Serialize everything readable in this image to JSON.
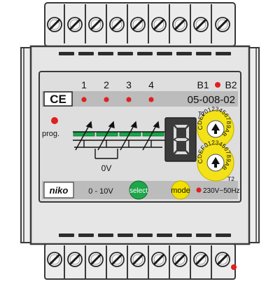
{
  "device": {
    "brand": "niko",
    "ce_mark": "CE",
    "model_number": "05-008-02"
  },
  "channels": {
    "labels": [
      "1",
      "2",
      "3",
      "4"
    ],
    "b1_label": "B1",
    "b2_label": "B2",
    "zero_volt_label": "0V"
  },
  "prog": {
    "label": "prog."
  },
  "display": {
    "digit": "8"
  },
  "rotary_switches": {
    "t1_label": "T1",
    "t2_label": "T2",
    "t1_arc_text": "CDEF0123456789AB",
    "t2_arc_text": "CDEF0123456789AB"
  },
  "bottom_bar": {
    "voltage_range": "0 - 10V",
    "select_label": "select",
    "mode_label": "mode",
    "supply_label": "230V~50Hz"
  },
  "colors": {
    "housing": "#e8e8e8",
    "panel": "#dedede",
    "label_gray": "#bcbcbc",
    "led_red": "#e02020",
    "select_green": "#1fa64a",
    "mode_yellow": "#f2e000",
    "slider_green": "#17a84a",
    "switch_yellow": "#f3e218"
  },
  "icons": {
    "top_terminal": "screw-terminal-icon",
    "bottom_terminal": "screw-terminal-icon",
    "potentiometer": "adjustable-potentiometer-icon"
  }
}
